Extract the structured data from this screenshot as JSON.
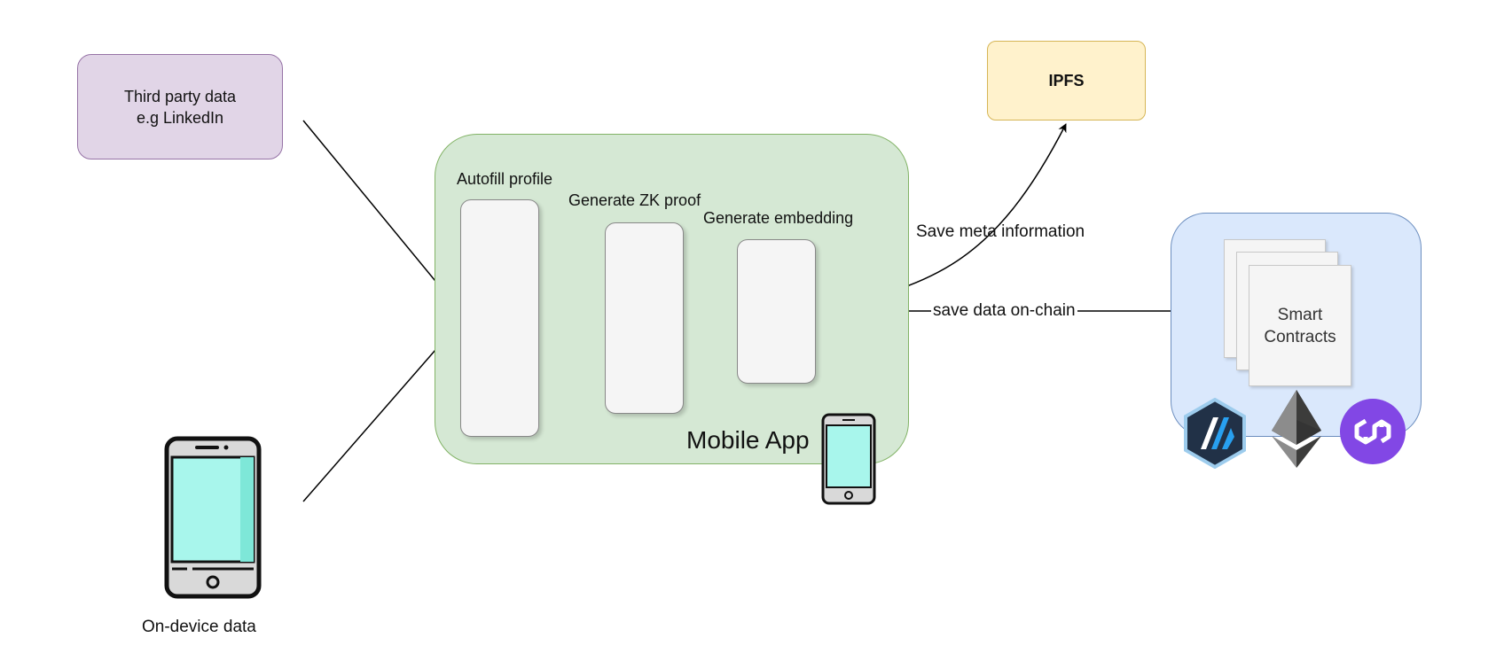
{
  "nodes": {
    "third_party": "Third party data e.g LinkedIn",
    "ipfs": "IPFS",
    "autofill": "Autofill profile",
    "zk_proof": "Generate ZK proof",
    "embedding": "Generate embedding",
    "mobile_app": "Mobile App",
    "on_device": "On-device data",
    "smart_contracts": "Smart Contracts"
  },
  "edges": {
    "save_meta": "Save meta information",
    "save_onchain": "save data on-chain"
  },
  "colors": {
    "third_party_fill": "#e1d5e7",
    "third_party_border": "#9673a6",
    "ipfs_fill": "#fff2cc",
    "ipfs_border": "#d6b656",
    "app_fill": "#d5e8d4",
    "app_border": "#82b366",
    "chain_fill": "#dae8fc",
    "chain_border": "#6c8ebf",
    "phone_screen": "#a8f6ec"
  },
  "icons": [
    "phone-icon",
    "arbitrum-icon",
    "ethereum-icon",
    "polygon-icon"
  ]
}
